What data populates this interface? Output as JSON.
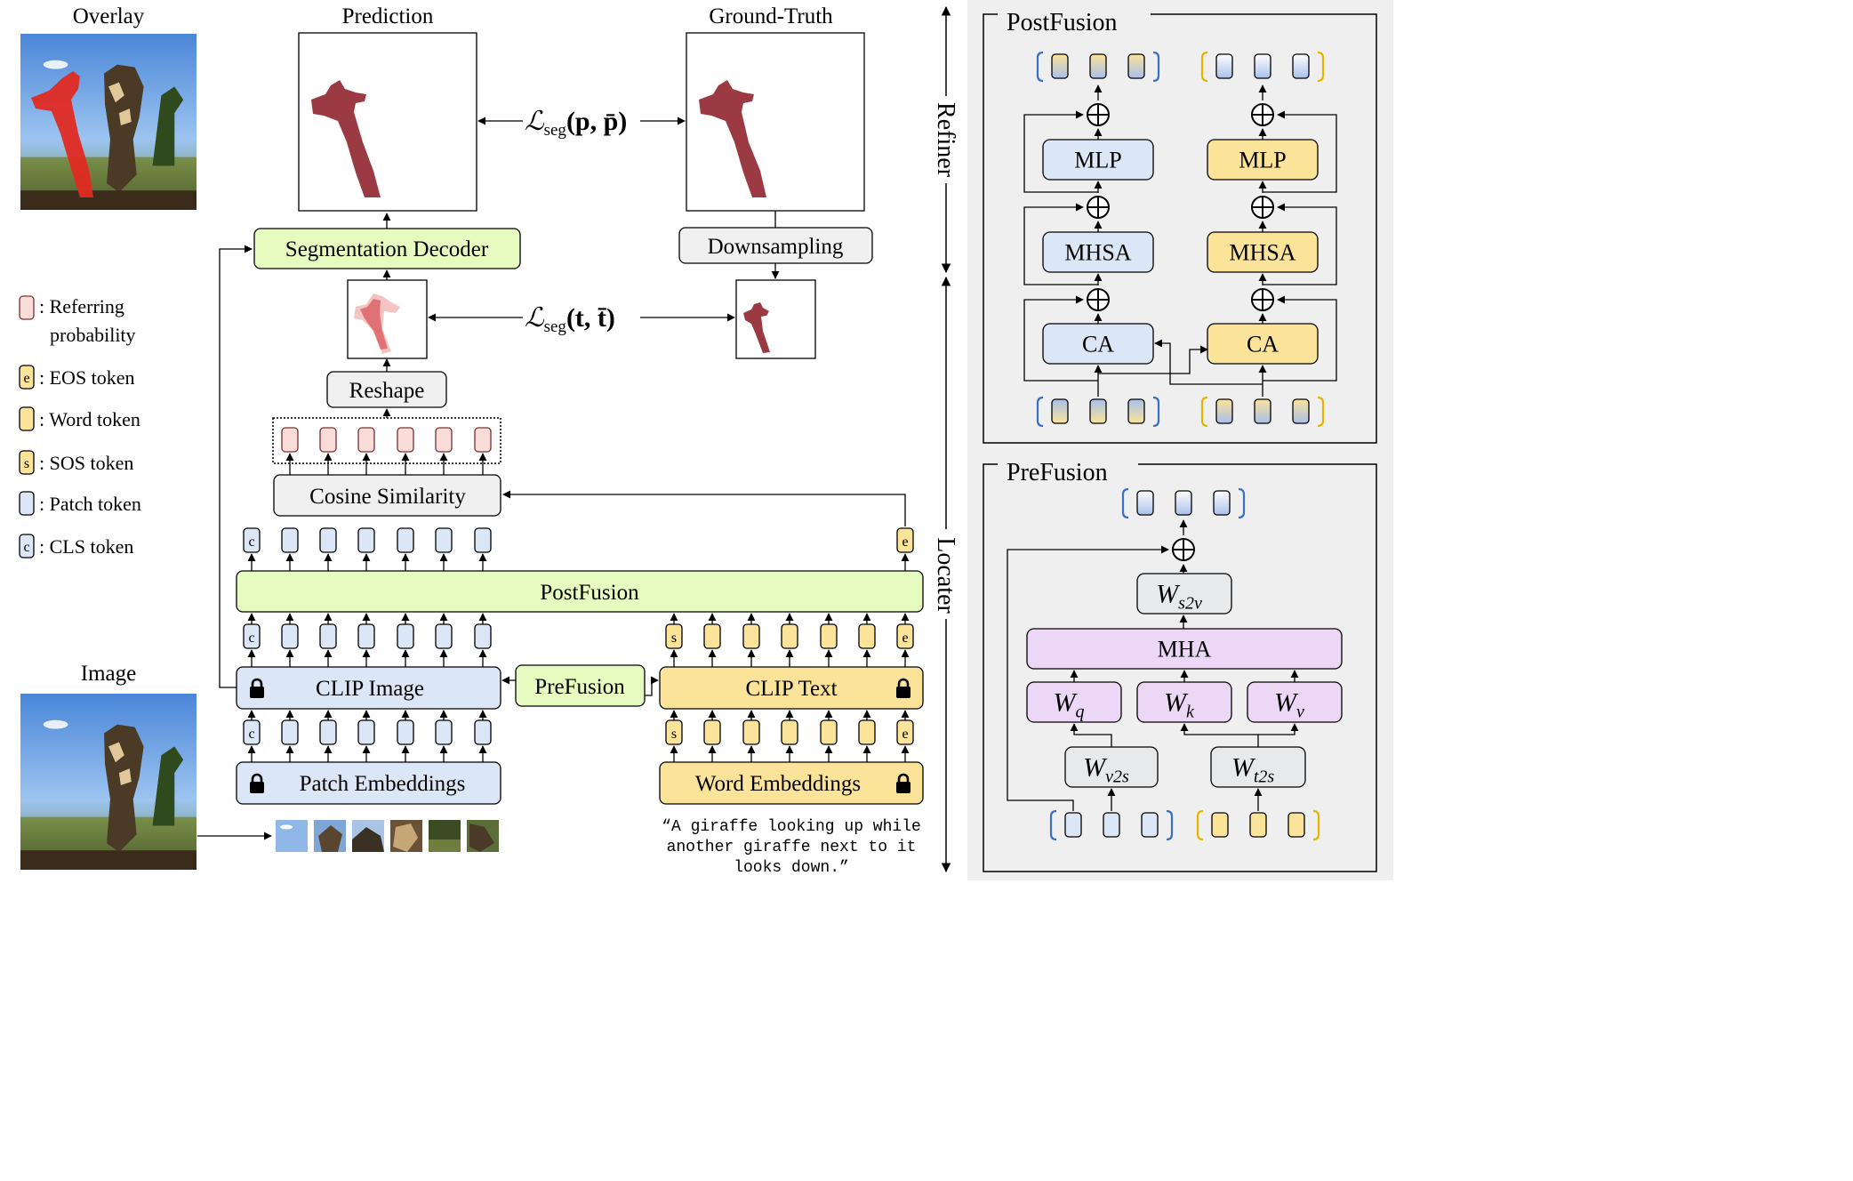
{
  "headings": {
    "overlay": "Overlay",
    "image": "Image",
    "prediction": "Prediction",
    "ground_truth": "Ground-Truth",
    "refiner": "Refiner",
    "locater": "Locater"
  },
  "legend": {
    "referring_1": ": Referring",
    "referring_2": "probability",
    "eos": ": EOS token",
    "word": ": Word token",
    "sos": ": SOS token",
    "patch": ": Patch token",
    "cls": ": CLS token"
  },
  "token_letters": {
    "eos": "e",
    "sos": "s",
    "cls": "c"
  },
  "blocks": {
    "seg_decoder": "Segmentation Decoder",
    "downsampling": "Downsampling",
    "reshape": "Reshape",
    "cosine": "Cosine Similarity",
    "postfusion": "PostFusion",
    "clip_image": "CLIP Image",
    "prefusion": "PreFusion",
    "clip_text": "CLIP Text",
    "patch_emb": "Patch Embeddings",
    "word_emb": "Word Embeddings"
  },
  "losses": {
    "prediction_loss": "(p, p̄)",
    "token_loss": "(t, t̄)",
    "script": "ℒ",
    "subscript": "seg"
  },
  "caption": {
    "line1": "“A giraffe looking up while",
    "line2": "another giraffe next to it",
    "line3": "looks down.”"
  },
  "postfusion_panel": {
    "title": "PostFusion",
    "mlp": "MLP",
    "mhsa": "MHSA",
    "ca": "CA"
  },
  "prefusion_panel": {
    "title": "PreFusion",
    "ws2v_main": "W",
    "ws2v_sub": "s2v",
    "mha": "MHA",
    "wq_main": "W",
    "wq_sub": "q",
    "wk_main": "W",
    "wk_sub": "k",
    "wv_main": "W",
    "wv_sub": "v",
    "wv2s_main": "W",
    "wv2s_sub": "v2s",
    "wt2s_main": "W",
    "wt2s_sub": "t2s"
  },
  "colors": {
    "green_block": "#e6fbbf",
    "gray_block": "#f0f0f0",
    "blue_block": "#dbe6f7",
    "yellow_block": "#fbe39a",
    "purple_block": "#ecd7f7",
    "panel_bg": "#efefef",
    "mask": "#9b3a42",
    "red_overlay": "#e02a22",
    "pink_token": "#fadcd9"
  },
  "icons": [
    "lock-icon",
    "plus-circle-icon",
    "arrow-icon",
    "image-thumbnail"
  ]
}
